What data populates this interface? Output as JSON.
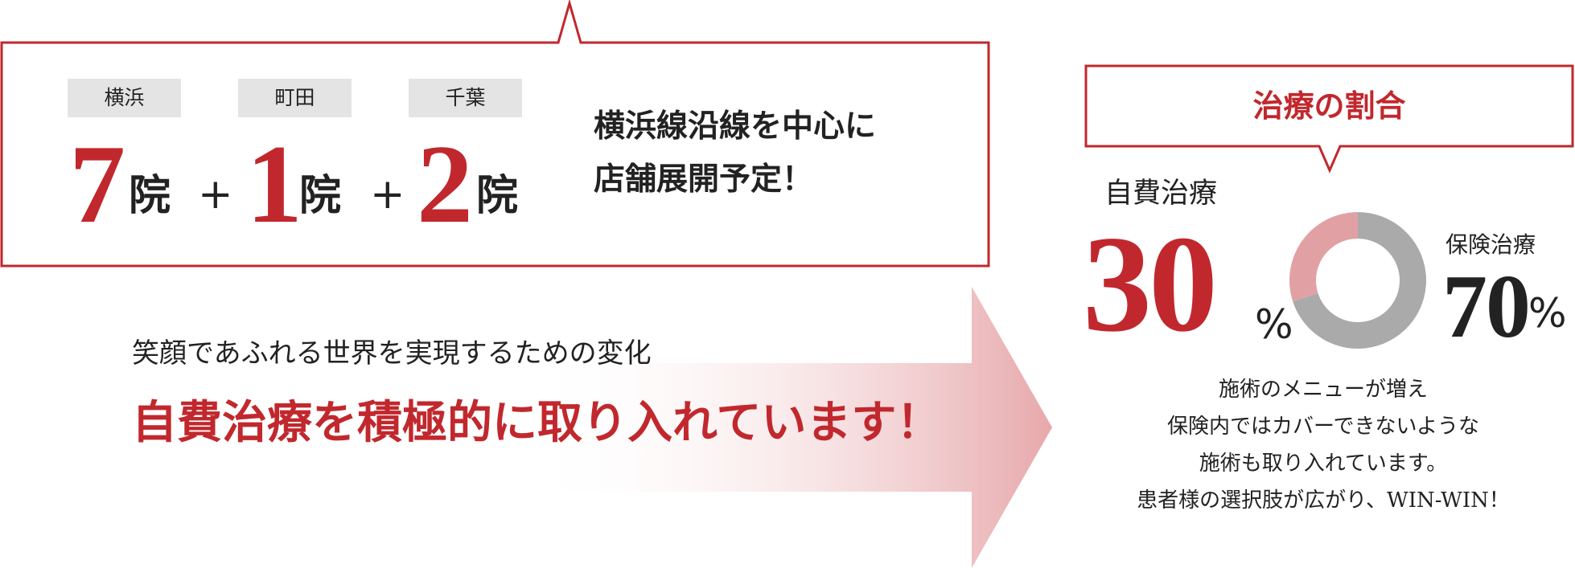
{
  "colors": {
    "accent": "#c1282d",
    "accent_light": "#e1a1a4",
    "gray": "#aaaaaa",
    "tag_bg": "#e4e4e4"
  },
  "locations": [
    {
      "area": "横浜",
      "count": "7",
      "unit": "院"
    },
    {
      "area": "町田",
      "count": "1",
      "unit": "院"
    },
    {
      "area": "千葉",
      "count": "2",
      "unit": "院"
    }
  ],
  "plus_sign": "+",
  "expansion_text": [
    "横浜線沿線を中心に",
    "店舗展開予定！"
  ],
  "change": {
    "subtitle": "笑顔であふれる世界を実現するための変化",
    "headline": "自費治療を積極的に取り入れています！"
  },
  "ratio": {
    "title": "治療の割合",
    "self_label": "自費治療",
    "self_value": "30",
    "insurance_label": "保険治療",
    "insurance_value": "70",
    "percent_sign": "%"
  },
  "chart_data": {
    "type": "pie",
    "donut": true,
    "title": "治療の割合",
    "categories": [
      "自費治療",
      "保険治療"
    ],
    "values": [
      30,
      70
    ],
    "colors": [
      "#e1a1a4",
      "#aaaaaa"
    ]
  },
  "description": [
    "施術のメニューが増え",
    "保険内ではカバーできないような",
    "施術も取り入れています。",
    "患者様の選択肢が広がり、WIN-WIN！"
  ]
}
